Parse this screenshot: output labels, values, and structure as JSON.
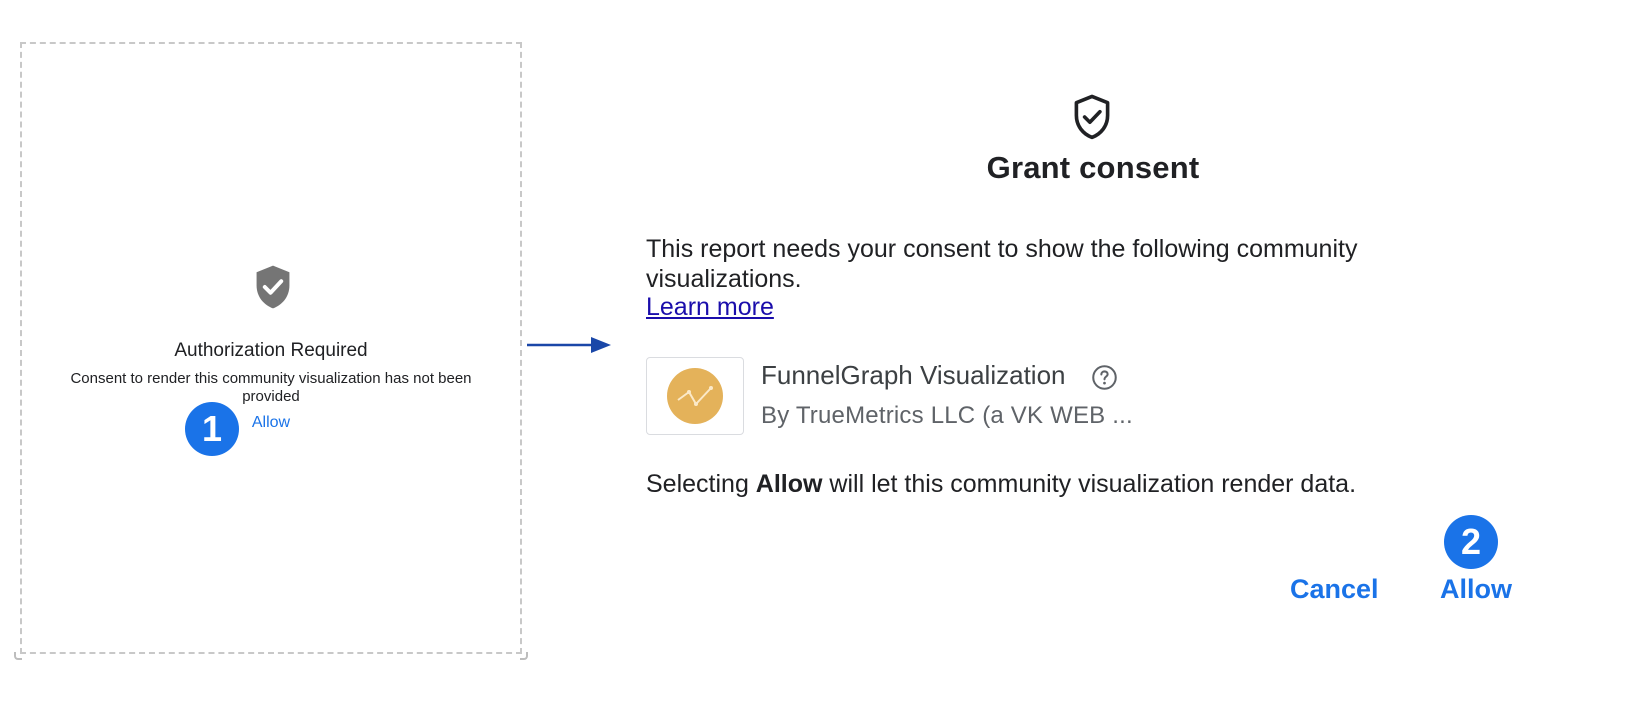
{
  "placeholder": {
    "icon": "shield-check-icon",
    "title": "Authorization Required",
    "message": "Consent to render this community visualization has not been provided",
    "allow_label": "Allow",
    "icon_color": "#757575"
  },
  "steps": {
    "first": "1",
    "second": "2"
  },
  "dialog": {
    "icon": "shield-check-outline-icon",
    "title": "Grant consent",
    "description": "This report needs your consent to show the following community visualizations.",
    "learn_more": "Learn more",
    "visualization": {
      "name": "FunnelGraph Visualization",
      "author": "By TrueMetrics LLC (a VK WEB ...",
      "thumbnail_color": "#e4b25a"
    },
    "note_prefix": "Selecting ",
    "note_bold": "Allow",
    "note_suffix": " will let this community visualization render data.",
    "cancel_label": "Cancel",
    "allow_label": "Allow"
  },
  "colors": {
    "accent": "#1a73e8",
    "arrow": "#1a47a8",
    "link": "#1a0dab"
  }
}
